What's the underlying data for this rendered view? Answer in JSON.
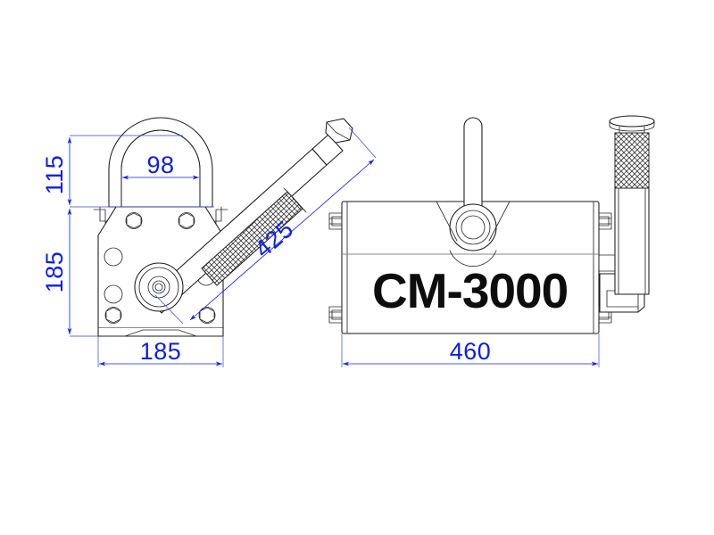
{
  "drawing": {
    "title": "CM-3000 Permanent Magnetic Lifter Dimension Drawing",
    "background_color": "#ffffff",
    "line_color": "#1a1a1a",
    "dimension_color": "#0a1ef0",
    "brand_color": "#0d0d0d",
    "units": "mm"
  },
  "product_label": {
    "model": "CM-3000"
  },
  "dimensions": {
    "side_shackle_height": "115",
    "side_shackle_width": "98",
    "side_body_height": "185",
    "side_body_width": "185",
    "lever_length": "425",
    "front_body_width": "460"
  },
  "dimension_list": [
    {
      "id": "shackle-height",
      "value": "115",
      "orientation": "vertical",
      "view": "side"
    },
    {
      "id": "shackle-width",
      "value": "98",
      "orientation": "horizontal",
      "view": "side"
    },
    {
      "id": "body-height",
      "value": "185",
      "orientation": "vertical",
      "view": "side"
    },
    {
      "id": "body-width",
      "value": "185",
      "orientation": "horizontal",
      "view": "side"
    },
    {
      "id": "lever-length",
      "value": "425",
      "orientation": "diagonal",
      "view": "side"
    },
    {
      "id": "overall-length",
      "value": "460",
      "orientation": "horizontal",
      "view": "front"
    }
  ],
  "views": {
    "side": {
      "name": "side-view"
    },
    "front": {
      "name": "front-view"
    }
  },
  "components": [
    {
      "name": "lifting-shackle",
      "view": "side"
    },
    {
      "name": "magnet-body",
      "view": "side"
    },
    {
      "name": "pivot-hub",
      "view": "side"
    },
    {
      "name": "control-lever",
      "view": "side"
    },
    {
      "name": "knurled-grip",
      "view": "side"
    },
    {
      "name": "lever-end-cap",
      "view": "side"
    },
    {
      "name": "hex-bolt",
      "view": "side"
    },
    {
      "name": "magnet-body",
      "view": "front"
    },
    {
      "name": "lifting-eye",
      "view": "front"
    },
    {
      "name": "side-bolt",
      "view": "front"
    },
    {
      "name": "safety-handle",
      "view": "front"
    },
    {
      "name": "knurled-grip",
      "view": "front"
    }
  ]
}
